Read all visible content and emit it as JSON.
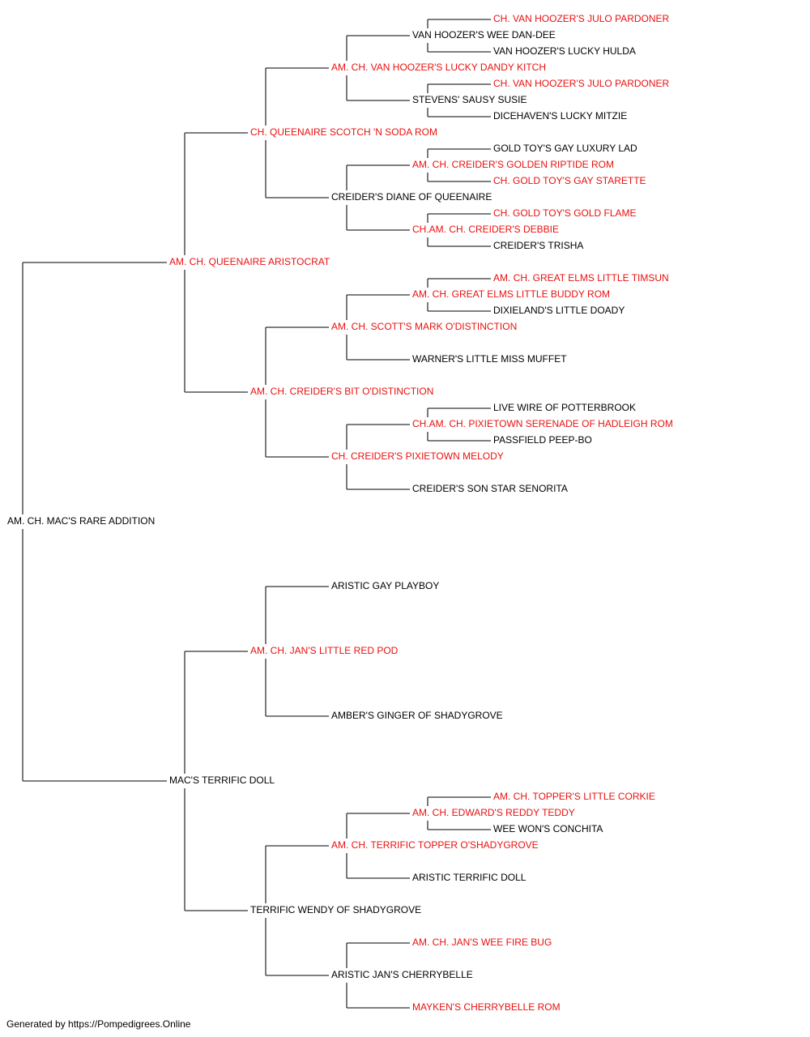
{
  "accent_color": "#e8110f",
  "text_color": "#000000",
  "line_color": "#333333",
  "footer": "Generated by https://Pompedigrees.Online",
  "pedigree": {
    "name": "AM. CH. MAC'S RARE ADDITION",
    "champion": false,
    "sire": {
      "name": "AM. CH. QUEENAIRE ARISTOCRAT",
      "champion": true,
      "sire": {
        "name": "CH. QUEENAIRE SCOTCH 'N SODA ROM",
        "champion": true,
        "sire": {
          "name": "AM. CH. VAN HOOZER'S LUCKY DANDY KITCH",
          "champion": true,
          "sire": {
            "name": "VAN HOOZER'S WEE DAN-DEE",
            "champion": false,
            "sire": {
              "name": "CH. VAN HOOZER'S JULO PARDONER",
              "champion": true
            },
            "dam": {
              "name": "VAN HOOZER'S LUCKY HULDA",
              "champion": false
            }
          },
          "dam": {
            "name": "STEVENS' SAUSY SUSIE",
            "champion": false,
            "sire": {
              "name": "CH. VAN HOOZER'S JULO PARDONER",
              "champion": true
            },
            "dam": {
              "name": "DICEHAVEN'S LUCKY MITZIE",
              "champion": false
            }
          }
        },
        "dam": {
          "name": "CREIDER'S DIANE OF QUEENAIRE",
          "champion": false,
          "sire": {
            "name": "AM. CH. CREIDER'S GOLDEN RIPTIDE ROM",
            "champion": true,
            "sire": {
              "name": "GOLD TOY'S GAY LUXURY LAD",
              "champion": false
            },
            "dam": {
              "name": "CH. GOLD TOY'S GAY STARETTE",
              "champion": true
            }
          },
          "dam": {
            "name": "CH.AM. CH. CREIDER'S DEBBIE",
            "champion": true,
            "sire": {
              "name": "CH. GOLD TOY'S GOLD FLAME",
              "champion": true
            },
            "dam": {
              "name": "CREIDER'S TRISHA",
              "champion": false
            }
          }
        }
      },
      "dam": {
        "name": "AM. CH. CREIDER'S BIT O'DISTINCTION",
        "champion": true,
        "sire": {
          "name": "AM. CH. SCOTT'S MARK O'DISTINCTION",
          "champion": true,
          "sire": {
            "name": "AM. CH. GREAT ELMS LITTLE BUDDY ROM",
            "champion": true,
            "sire": {
              "name": "AM. CH. GREAT ELMS LITTLE TIMSUN",
              "champion": true
            },
            "dam": {
              "name": "DIXIELAND'S LITTLE DOADY",
              "champion": false
            }
          },
          "dam": {
            "name": "WARNER'S LITTLE MISS MUFFET",
            "champion": false
          }
        },
        "dam": {
          "name": "CH. CREIDER'S PIXIETOWN MELODY",
          "champion": true,
          "sire": {
            "name": "CH.AM. CH. PIXIETOWN SERENADE OF HADLEIGH ROM",
            "champion": true,
            "sire": {
              "name": "LIVE WIRE OF POTTERBROOK",
              "champion": false
            },
            "dam": {
              "name": "PASSFIELD PEEP-BO",
              "champion": false
            }
          },
          "dam": {
            "name": "CREIDER'S SON STAR SENORITA",
            "champion": false
          }
        }
      }
    },
    "dam": {
      "name": "MAC'S TERRIFIC DOLL",
      "champion": false,
      "sire": {
        "name": "AM. CH. JAN'S LITTLE RED POD",
        "champion": true,
        "sire": {
          "name": "ARISTIC GAY PLAYBOY",
          "champion": false
        },
        "dam": {
          "name": "AMBER'S GINGER OF SHADYGROVE",
          "champion": false
        }
      },
      "dam": {
        "name": "TERRIFIC WENDY OF SHADYGROVE",
        "champion": false,
        "sire": {
          "name": "AM. CH. TERRIFIC TOPPER O'SHADYGROVE",
          "champion": true,
          "sire": {
            "name": "AM. CH. EDWARD'S REDDY TEDDY",
            "champion": true,
            "sire": {
              "name": "AM. CH. TOPPER'S LITTLE CORKIE",
              "champion": true
            },
            "dam": {
              "name": "WEE WON'S CONCHITA",
              "champion": false
            }
          },
          "dam": {
            "name": "ARISTIC TERRIFIC DOLL",
            "champion": false
          }
        },
        "dam": {
          "name": "ARISTIC JAN'S CHERRYBELLE",
          "champion": false,
          "sire": {
            "name": "AM. CH. JAN'S WEE FIRE BUG",
            "champion": true
          },
          "dam": {
            "name": "MAYKEN'S CHERRYBELLE ROM",
            "champion": true
          }
        }
      }
    }
  }
}
